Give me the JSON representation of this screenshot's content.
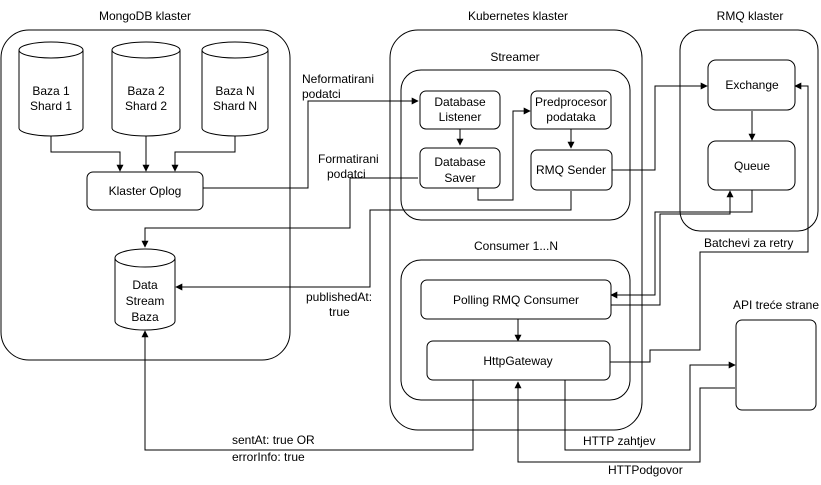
{
  "clusters": {
    "mongodb": "MongoDB klaster",
    "kubernetes": "Kubernetes klaster",
    "rmq": "RMQ klaster",
    "streamer": "Streamer",
    "consumer": "Consumer 1...N"
  },
  "nodes": {
    "db1": [
      "Baza 1",
      "Shard 1"
    ],
    "db2": [
      "Baza 2",
      "Shard 2"
    ],
    "dbn": [
      "Baza N",
      "Shard N"
    ],
    "oplog": [
      "Klaster Oplog"
    ],
    "dsb": [
      "Data",
      "Stream",
      "Baza"
    ],
    "listener": [
      "Database",
      "Listener"
    ],
    "saver": [
      "Database",
      "Saver"
    ],
    "preproc": [
      "Predprocesor",
      "podataka"
    ],
    "sender": [
      "RMQ Sender"
    ],
    "exchange": [
      "Exchange"
    ],
    "queue": [
      "Queue"
    ],
    "polling": [
      "Polling RMQ Consumer"
    ],
    "gateway": [
      "HttpGateway"
    ],
    "api": [
      "API treće strane"
    ]
  },
  "edge_labels": {
    "neformatirani": [
      "Neformatirani",
      "podatci"
    ],
    "formatirani": [
      "Formatirani",
      "podatci"
    ],
    "published": [
      "publishedAt:",
      "true"
    ],
    "batchevi": [
      "Batchevi za retry"
    ],
    "sentat": [
      "sentAt: true OR",
      "errorInfo: true"
    ],
    "http_zahtjev": [
      "HTTP zahtjev"
    ],
    "http_odgovor": [
      "HTTPodgovor"
    ]
  }
}
